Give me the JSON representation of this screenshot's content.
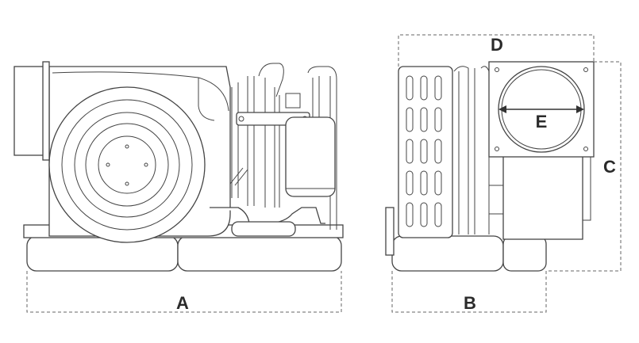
{
  "figure": {
    "type": "technical-line-drawing",
    "views": [
      "front",
      "side"
    ],
    "dimension_labels": {
      "a": "A",
      "b": "B",
      "c": "C",
      "d": "D",
      "e": "E"
    }
  }
}
